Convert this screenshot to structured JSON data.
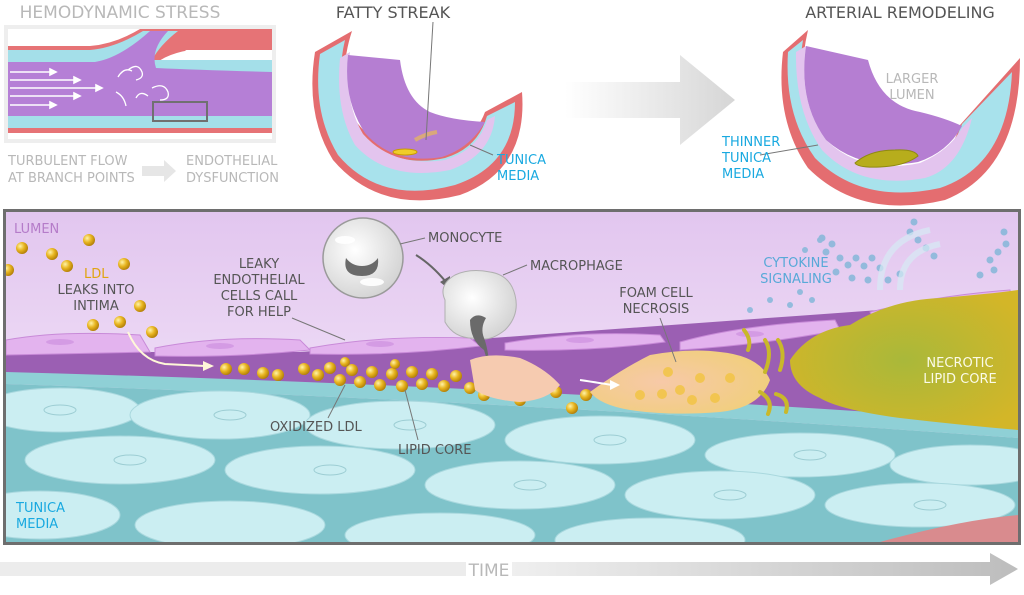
{
  "panels": {
    "hemodynamic": {
      "title": "HEMODYNAMIC STRESS",
      "caption_left": [
        "TURBULENT FLOW",
        "AT BRANCH POINTS"
      ],
      "caption_right": [
        "ENDOTHELIAL",
        "DYSFUNCTION"
      ]
    },
    "fatty_streak": {
      "title": "FATTY STREAK",
      "label": [
        "TUNICA",
        "MEDIA"
      ]
    },
    "remodeling": {
      "title": "ARTERIAL REMODELING",
      "lumen_label": [
        "LARGER",
        "LUMEN"
      ],
      "media_label": [
        "THINNER",
        "TUNICA",
        "MEDIA"
      ]
    }
  },
  "detail": {
    "lumen": "LUMEN",
    "ldl": "LDL",
    "ldl_leaks": [
      "LEAKS INTO",
      "INTIMA"
    ],
    "leaky_cells": [
      "LEAKY",
      "ENDOTHELIAL",
      "CELLS CALL",
      "FOR HELP"
    ],
    "monocyte": "MONOCYTE",
    "macrophage": "MACROPHAGE",
    "foam_cell": [
      "FOAM CELL",
      "NECROSIS"
    ],
    "cytokine": [
      "CYTOKINE",
      "SIGNALING"
    ],
    "necrotic_core": [
      "NECROTIC",
      "LIPID CORE"
    ],
    "oxidized_ldl": "OXIDIZED LDL",
    "lipid_core": "LIPID CORE",
    "tunica_media": [
      "TUNICA",
      "MEDIA"
    ]
  },
  "timeline": {
    "label": "TIME"
  },
  "colors": {
    "lumen": "#efdcf5",
    "intima": "#9b5fb3",
    "media": "#bfe6ea",
    "adventitia": "#e06a6c",
    "ldl": "#e8b520",
    "label_cyan": "#19a9e0",
    "necrotic": "#c8b828"
  }
}
